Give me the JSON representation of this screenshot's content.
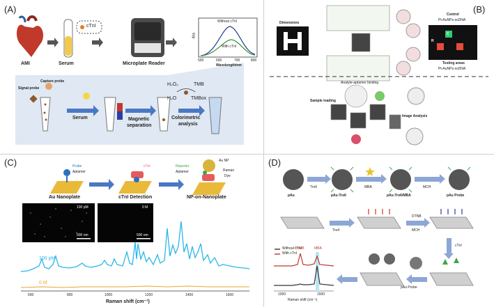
{
  "panels": {
    "a": {
      "label": "(A)",
      "ami": "AMI",
      "serum": "Serum",
      "ctni": "cTnI",
      "reader": "Microplate Reader",
      "graph": {
        "ylabel": "Abs",
        "without": "Without cTnI",
        "with": "With cTnI",
        "xlabel": "Wavelength/nm",
        "xticks": [
          "500",
          "600",
          "700",
          "800"
        ]
      },
      "capture": "Capture probe",
      "signal": "Signal probe",
      "serum2": "Serum",
      "magnetic": "Magnetic",
      "separation": "separation",
      "colorimetric": "Colorimetric",
      "analysis": "analysis",
      "h2o2": "H₂O₂",
      "h2o": "H₂O",
      "tmb": "TMB",
      "tmbox": "TMBox"
    },
    "b": {
      "label": "(B)",
      "dimensions": "Dimensions",
      "control": "Control",
      "control_sub": "Pt-AuNPs-ssDNA",
      "testing": "Testing areas",
      "testing_sub": "Pt-AuNPs-ssDNA",
      "sample": "Sample loading",
      "aptamer": "Analyte-aptamer binding",
      "image": "Image Analysis",
      "c": "C",
      "r": "R"
    },
    "c": {
      "label": "(C)",
      "probe": "Probe",
      "aptamer": "Aptamer",
      "ctni": "cTnI",
      "reporter": "Reporter",
      "aptamer2": "Aptamer",
      "aunp": "Au NP",
      "raman": "Raman",
      "dye": "Dye",
      "step1": "Au Nanoplate",
      "step2": "cTnI Detection",
      "step3": "NP-on-Nanoplate",
      "img1": "100 pM",
      "img2": "0 M",
      "scale1": "500 nm",
      "scale2": "500 nm",
      "trace1": "100 pM",
      "trace2": "0 M",
      "xlabel": "Raman shift (cm⁻¹)",
      "xticks": [
        "600",
        "800",
        "1000",
        "1200",
        "1400",
        "1600"
      ]
    },
    "d": {
      "label": "(D)",
      "pau": "pAu",
      "trc6": "Tro6",
      "pau_trc6": "pAu-Tro6",
      "mba": "MBA",
      "pau_trc6_mba": "pAu-Tro6/MBA",
      "mch": "MCH",
      "pau_probe": "pAu Probe",
      "tro4": "Tro4",
      "dtnb": "DTNB",
      "mch2": "MCH",
      "ctni": "cTnI",
      "pau_probe2": "pAu Probe",
      "legend_without": "Without cTnI",
      "legend_with": "With cTnI",
      "dtnb_peak": "DTNB",
      "mba_peak": "MBA",
      "xlabel": "Raman shift (cm⁻¹)",
      "xtick1": "1000",
      "xtick2": "1500"
    }
  },
  "colors": {
    "blue_arrow": "#5b7fc0",
    "cyan_trace": "#29b6e8",
    "orange_trace": "#e8a82a",
    "gold": "#d9b43a",
    "heart": "#c0392b",
    "red_trace": "#c0392b",
    "dark_trace": "#333333",
    "panel_bg": "#dfe8f3"
  }
}
